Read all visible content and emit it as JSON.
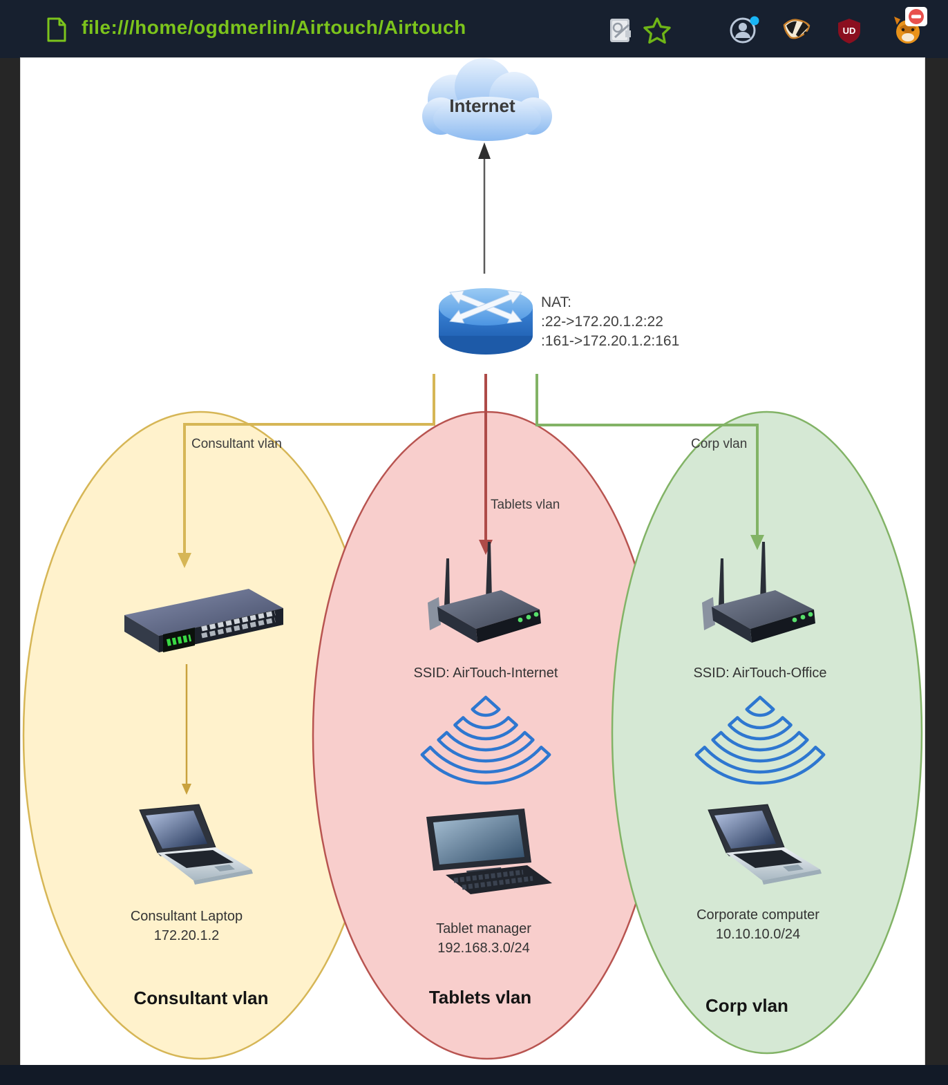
{
  "browser": {
    "url": "file:///home/ogdmerlin/Airtouch/Airtouch",
    "toolbar_icons": {
      "file": "file-page",
      "page_action": "annotate-page",
      "bookmark": "bookmark-star",
      "account": "account-profile",
      "privacy_badger": "privacy-badger",
      "ublock_label": "UD",
      "proxy": "foxyproxy-paused"
    }
  },
  "diagram": {
    "internet": "Internet",
    "nat": {
      "line1": "NAT:",
      "line2": ":22->172.20.1.2:22",
      "line3": ":161->172.20.1.2:161"
    },
    "consultant": {
      "edge_label": "Consultant vlan",
      "host_name": "Consultant Laptop",
      "host_addr": "172.20.1.2",
      "title": "Consultant vlan"
    },
    "tablets": {
      "edge_label": "Tablets vlan",
      "ssid": "SSID: AirTouch-Internet",
      "host_name": "Tablet manager",
      "host_addr": "192.168.3.0/24",
      "title": "Tablets vlan"
    },
    "corp": {
      "edge_label": "Corp vlan",
      "ssid": "SSID: AirTouch-Office",
      "host_name": "Corporate computer",
      "host_addr": "10.10.10.0/24",
      "title": "Corp vlan"
    },
    "colors": {
      "toolbar_bg": "#17202f",
      "url_green": "#7cc41c",
      "canvas_margin": "#262626",
      "status_bar": "#121a27",
      "consultant_fill": "#FFF2CC",
      "consultant_stroke": "#D6B656",
      "tablets_fill": "#F8CECC",
      "tablets_stroke": "#B85450",
      "corp_fill": "#D5E8D4",
      "corp_stroke": "#82B366",
      "wifi_blue": "#2E77D0",
      "router_blue": "#3C8CDE"
    }
  }
}
